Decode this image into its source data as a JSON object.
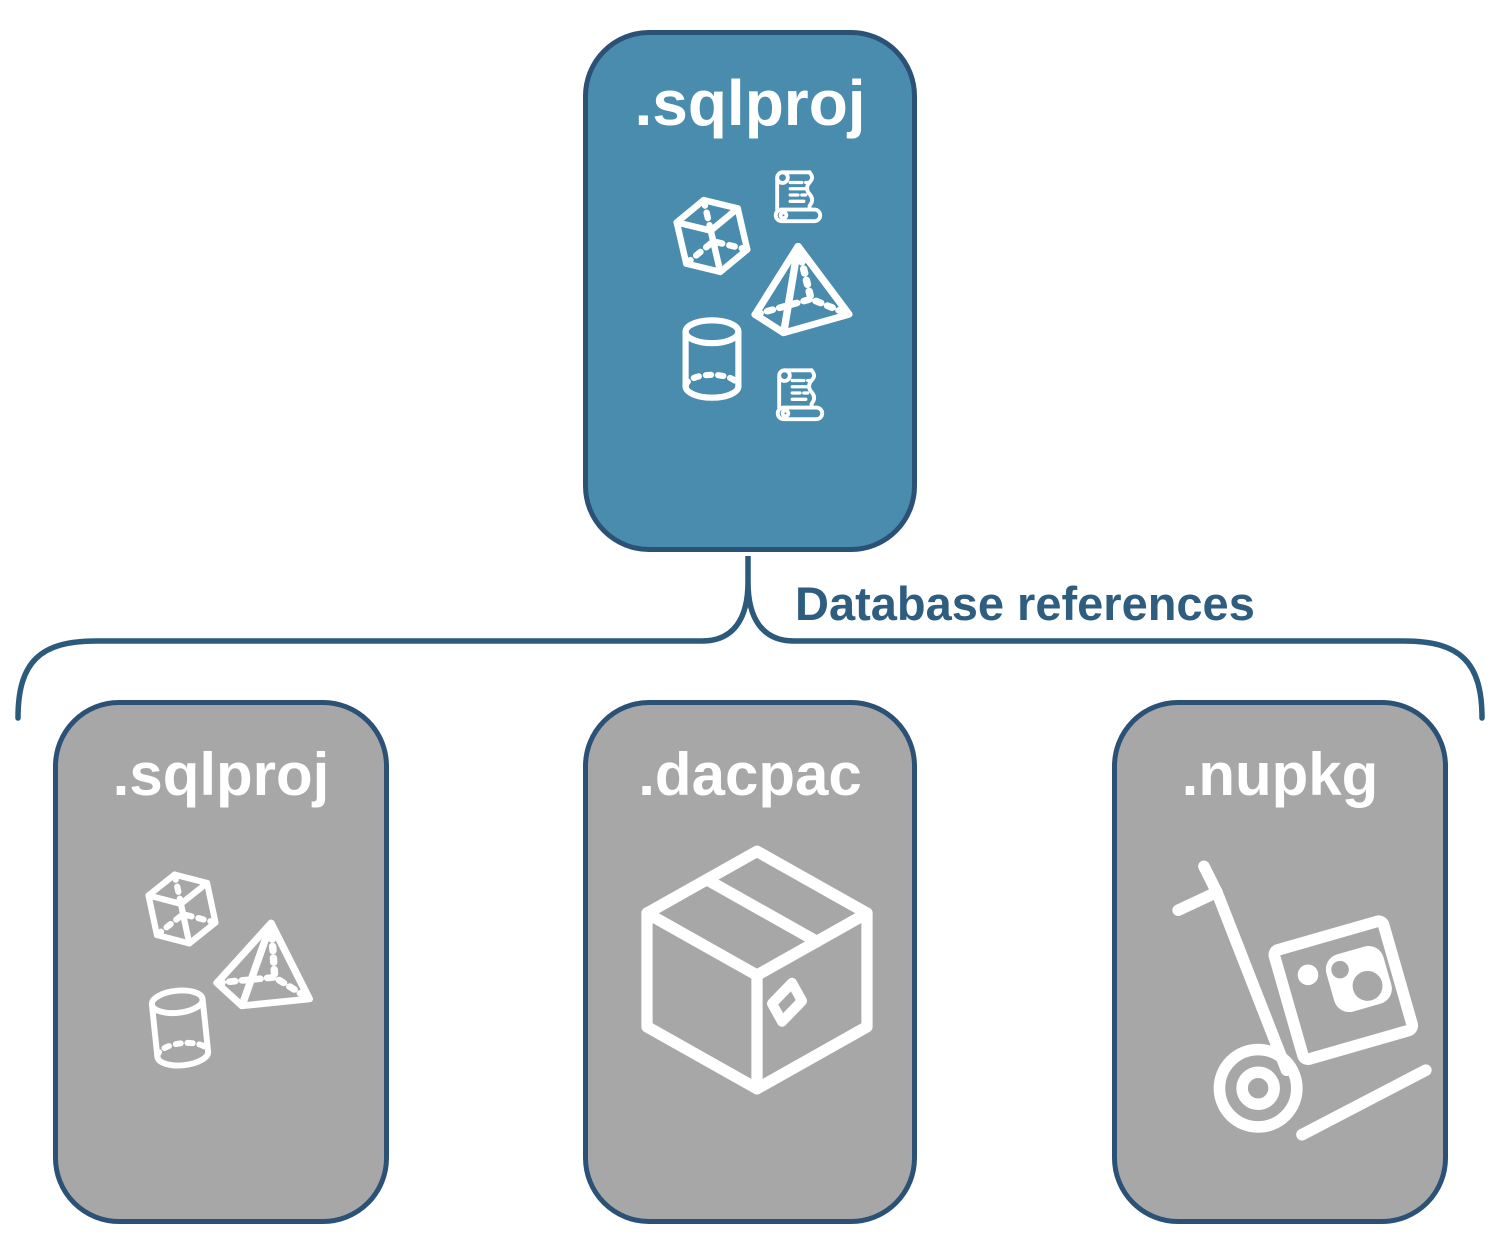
{
  "connector": {
    "label": "Database references"
  },
  "root_box": {
    "label": ".sqlproj",
    "icons": [
      "cube-icon",
      "scroll-icon",
      "pyramid-icon",
      "cylinder-icon",
      "scroll-icon"
    ]
  },
  "child_boxes": [
    {
      "label": ".sqlproj",
      "icons": [
        "cube-icon",
        "pyramid-icon",
        "cylinder-icon"
      ]
    },
    {
      "label": ".dacpac",
      "icons": [
        "package-icon"
      ]
    },
    {
      "label": ".nupkg",
      "icons": [
        "hand-truck-icon"
      ]
    }
  ],
  "colors": {
    "root_fill": "#4A8CAD",
    "child_fill": "#A7A7A7",
    "outline": "#2B5276",
    "connector_stroke": "#2B5A7D",
    "connector_text": "#2E5D80",
    "label_text": "#FFFFFF",
    "icon": "#FFFFFF",
    "background": "#FFFFFF"
  }
}
